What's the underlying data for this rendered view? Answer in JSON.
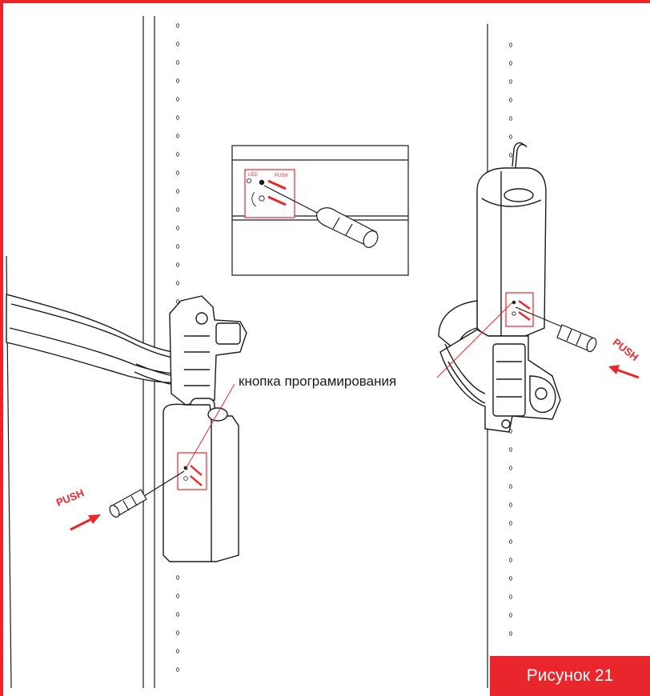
{
  "callout": {
    "label": "кнопка програмирования"
  },
  "arrows": {
    "push_left": "PUSH",
    "push_right": "PUSH"
  },
  "inset": {
    "led_mark": "LED",
    "push_mark": "PUSH"
  },
  "figure": {
    "label": "Рисунок 21"
  },
  "colors": {
    "accent": "#e8262b",
    "ink": "#1a1a1a",
    "background": "#ffffff"
  }
}
